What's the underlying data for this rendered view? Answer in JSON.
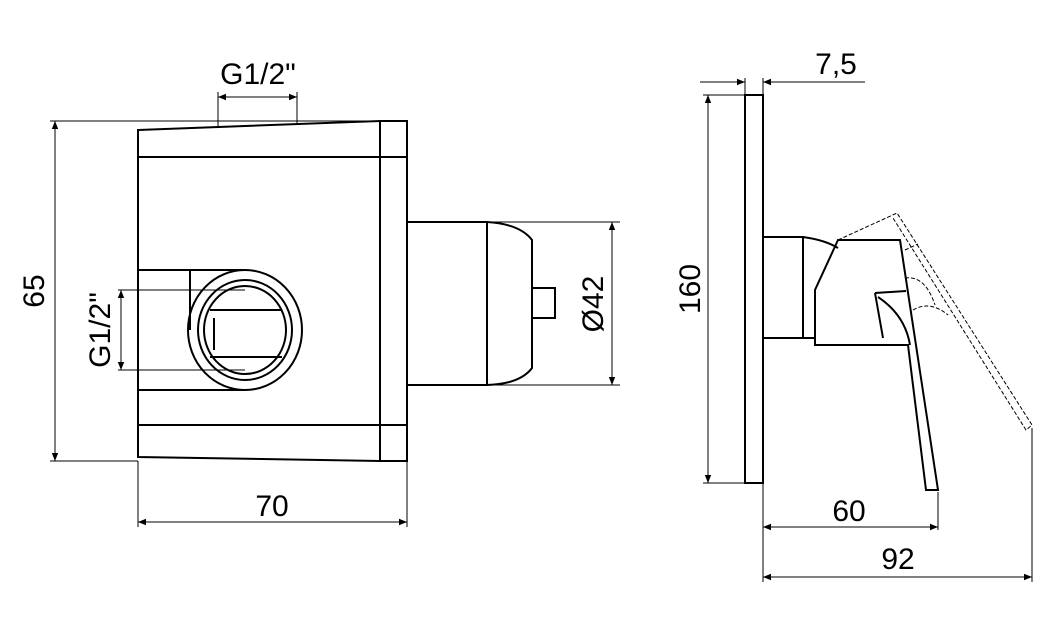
{
  "front_view": {
    "top_thread_label": "G1/2\"",
    "height_label": "65",
    "side_thread_label": "G1/2\"",
    "width_label": "70",
    "diameter_label": "Ø42"
  },
  "side_view": {
    "plate_thickness_label": "7,5",
    "plate_height_label": "160",
    "lever_depth_label": "60",
    "total_depth_label": "92"
  },
  "colors": {
    "line": "#000000",
    "background": "#ffffff"
  }
}
